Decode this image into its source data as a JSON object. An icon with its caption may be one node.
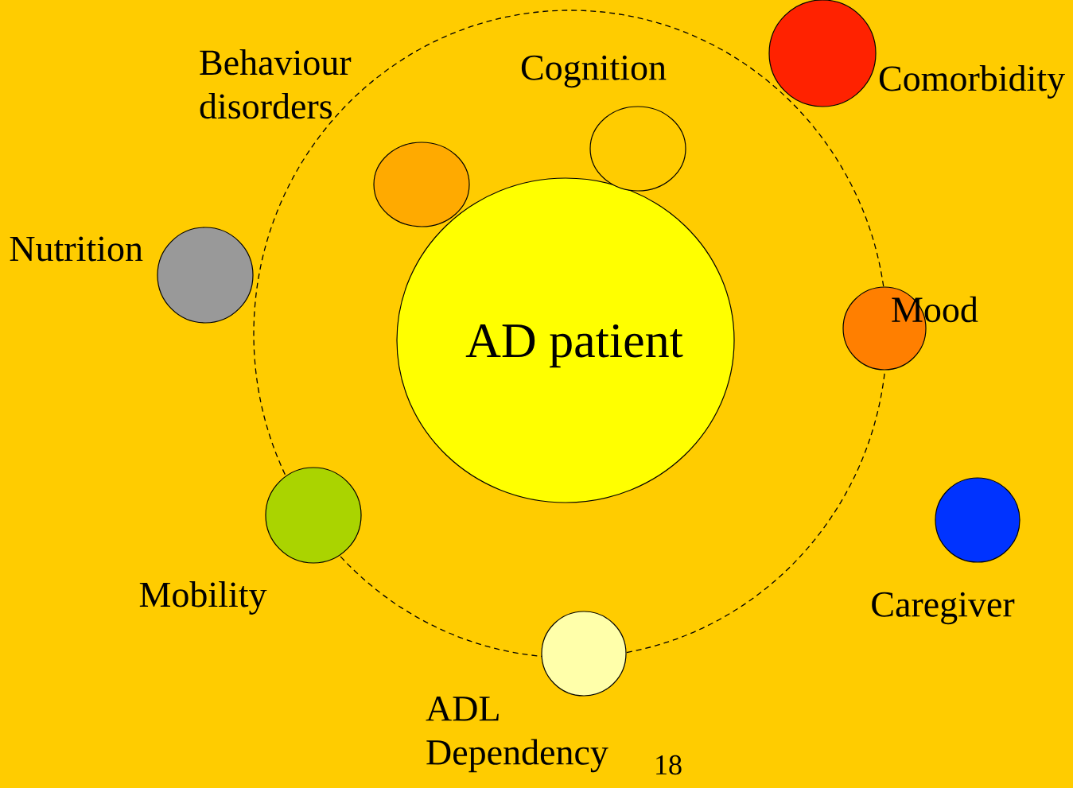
{
  "diagram": {
    "nodes": [
      {
        "text": [
          "AD patient"
        ]
      },
      {
        "text": [
          "Behaviour disorders"
        ]
      },
      {
        "text": [
          "Cognition"
        ]
      },
      {
        "text": [
          "Comorbidity"
        ]
      },
      {
        "text": [
          "Nutrition"
        ]
      },
      {
        "text": [
          "Mood"
        ]
      },
      {
        "text": [
          "Mobility"
        ]
      },
      {
        "text": [
          "Caregiver"
        ]
      },
      {
        "text": [
          "ADL Dependency"
        ]
      }
    ],
    "labels": [
      "18"
    ]
  }
}
